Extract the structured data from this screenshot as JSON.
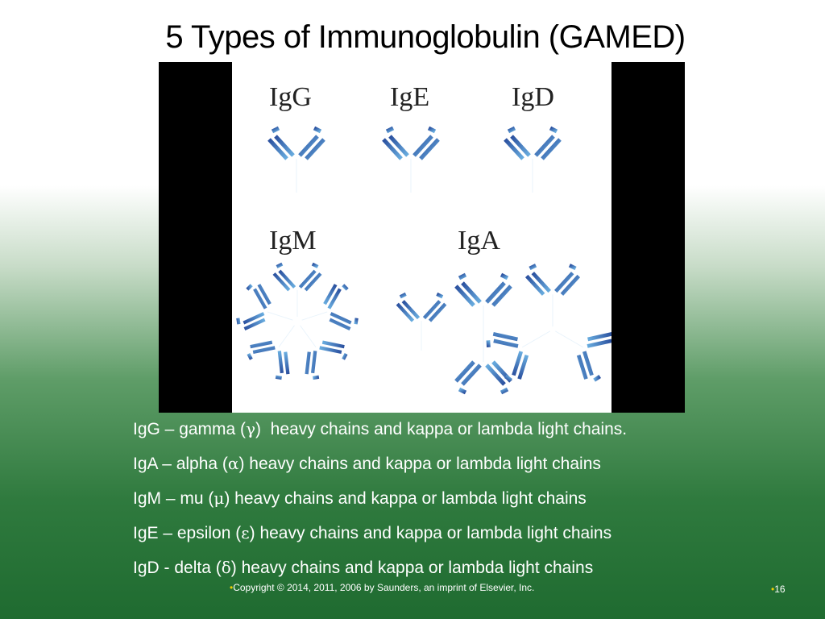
{
  "slide": {
    "title": "5 Types of Immunoglobulin (GAMED)",
    "page_number": "16",
    "copyright": "Copyright © 2014, 2011, 2006 by Saunders, an imprint of Elsevier, Inc."
  },
  "figure": {
    "labels": {
      "igg": "IgG",
      "ige": "IgE",
      "igd": "IgD",
      "igm": "IgM",
      "iga": "IgA"
    }
  },
  "lines": [
    {
      "pre": "IgG – gamma (",
      "greek": "γ",
      "post": ")  heavy chains and kappa or lambda light chains."
    },
    {
      "pre": "IgA – alpha (",
      "greek": "α",
      "post": ") heavy chains and kappa or lambda light chains"
    },
    {
      "pre": "IgM – mu (",
      "greek": "μ",
      "post": ") heavy chains and kappa or lambda light chains"
    },
    {
      "pre": "IgE – epsilon (",
      "greek": "ε",
      "post": ") heavy chains and kappa or lambda light chains"
    },
    {
      "pre": "IgD - delta (",
      "greek": "δ",
      "post": ") heavy chains and kappa or lambda light chains"
    }
  ],
  "colors": {
    "antibody_dark": "#2a4f9e",
    "antibody_light": "#6aaee0"
  }
}
